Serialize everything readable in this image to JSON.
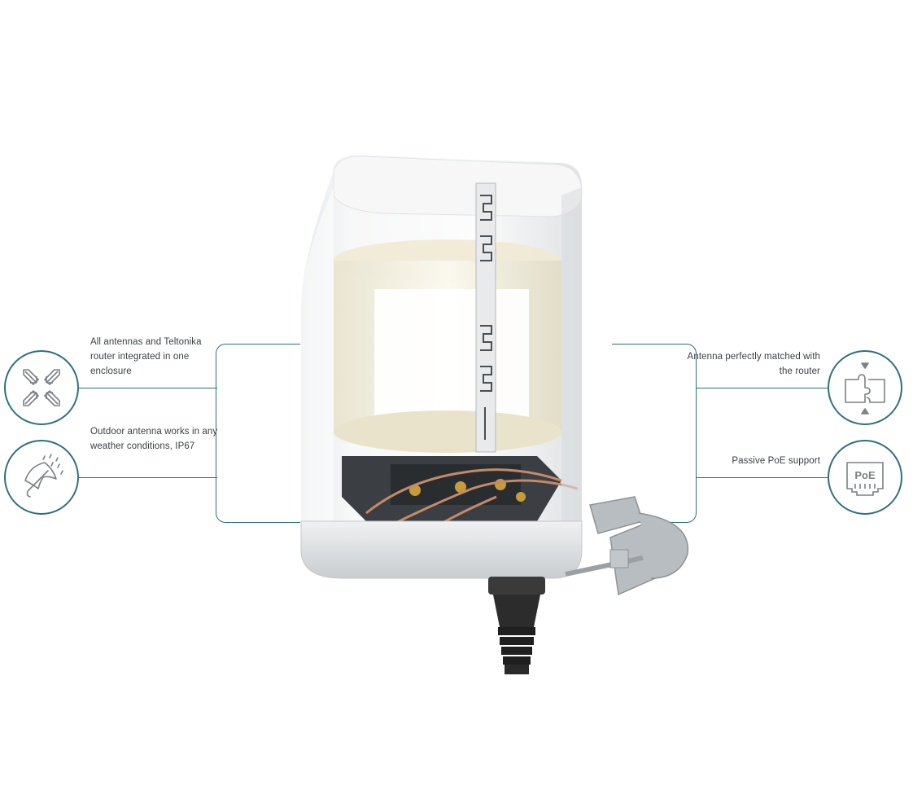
{
  "features": {
    "left": [
      {
        "label": "All antennas and Teltonika router integrated in one enclosure",
        "icon": "arrows-inward-icon"
      },
      {
        "label": "Outdoor antenna works in any weather conditions, IP67",
        "icon": "umbrella-rain-icon"
      }
    ],
    "right": [
      {
        "label": "Antenna perfectly matched with the router",
        "icon": "puzzle-icon"
      },
      {
        "label": "Passive PoE support",
        "icon": "poe-port-icon",
        "icon_text": "PoE"
      }
    ]
  },
  "colors": {
    "accent": "#2f6f7e",
    "text": "#3a3f42",
    "background": "#ffffff"
  }
}
